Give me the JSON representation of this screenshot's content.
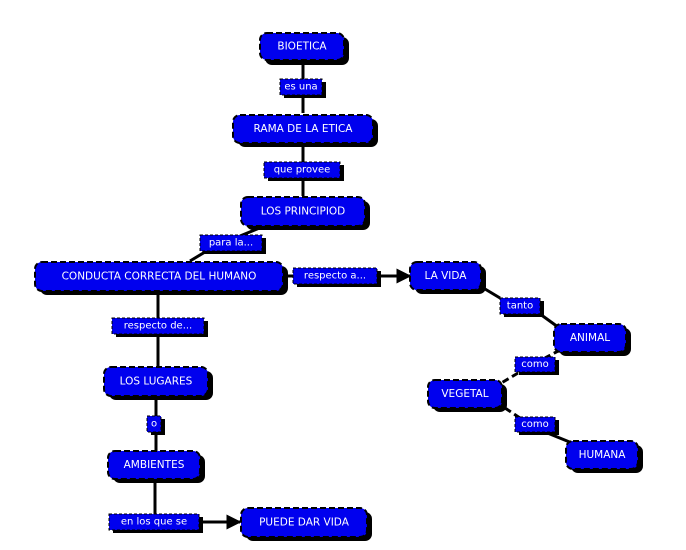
{
  "diagram": {
    "concepts": {
      "bioetica": "BIOETICA",
      "rama": "RAMA DE LA ETICA",
      "principios": "LOS PRINCIPIOD",
      "conducta": "CONDUCTA CORRECTA DEL HUMANO",
      "vida": "LA VIDA",
      "animal": "ANIMAL",
      "vegetal": "VEGETAL",
      "humana": "HUMANA",
      "lugares": "LOS LUGARES",
      "ambientes": "AMBIENTES",
      "puede": "PUEDE DAR VIDA"
    },
    "phrases": {
      "es_una": "es una",
      "que_provee": "que provee",
      "para_la": "para la...",
      "respecto_a": "respecto a...",
      "tanto1": "tanto",
      "como1": "como",
      "como2": "como",
      "respecto_de": "respecto de...",
      "o": "o",
      "en_los_que_se": "en los que se"
    },
    "colors": {
      "node_fill": "#0000ee",
      "outline": "#000000",
      "text": "#ffffff"
    }
  }
}
